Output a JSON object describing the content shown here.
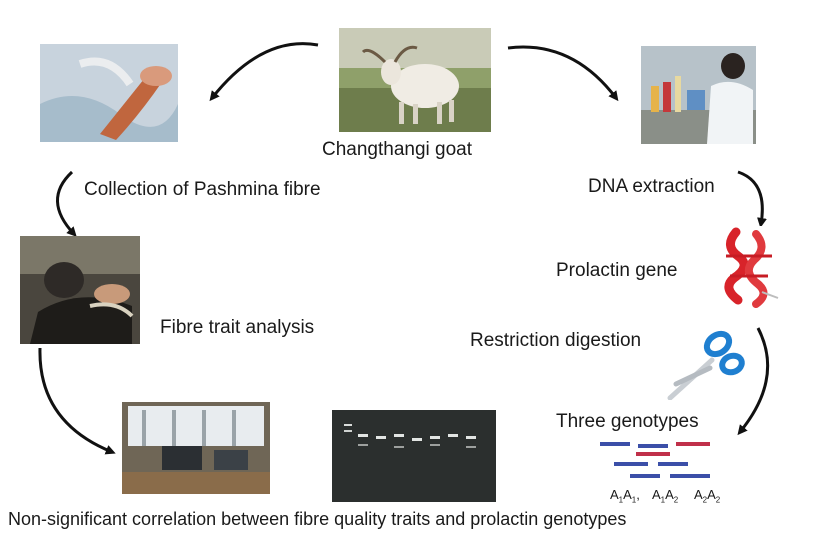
{
  "labels": {
    "goat": "Changthangi goat",
    "collection": "Collection of Pashmina fibre",
    "dna": "DNA extraction",
    "prolactin": "Prolactin gene",
    "fibre_trait": "Fibre trait analysis",
    "restriction": "Restriction digestion",
    "genotypes_title": "Three genotypes",
    "conclusion": "Non-significant correlation between fibre quality traits and prolactin genotypes"
  },
  "genotypes": [
    {
      "a": "A",
      "s1": "1",
      "b": "A",
      "s2": "1"
    },
    {
      "a": "A",
      "s1": "1",
      "b": "A",
      "s2": "2"
    },
    {
      "a": "A",
      "s1": "2",
      "b": "A",
      "s2": "2"
    }
  ],
  "colors": {
    "arrow": "#111111",
    "gene_red": "#d8232a",
    "scissors_blue": "#1f7fd0",
    "band_blue": "#3b4fa8",
    "band_red": "#c0304a"
  }
}
